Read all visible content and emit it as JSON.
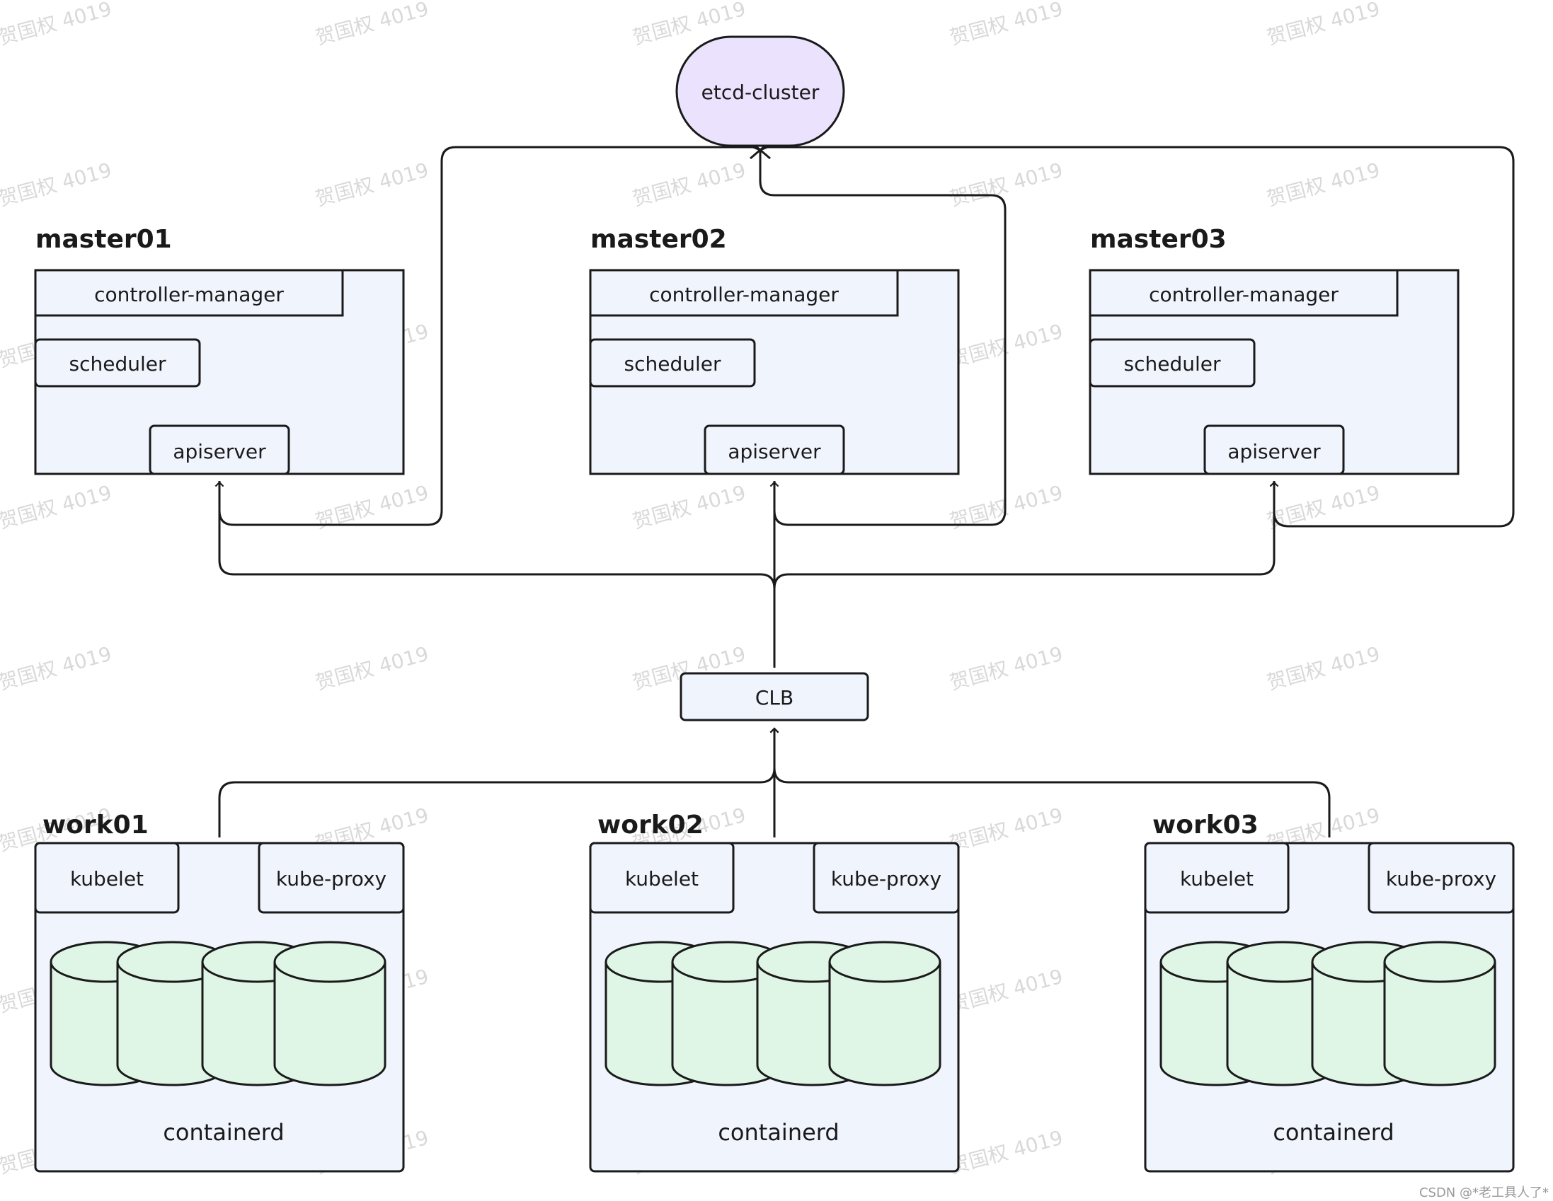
{
  "etcd": {
    "label": "etcd-cluster",
    "fill": "#ebe2fe"
  },
  "colors": {
    "panel_fill": "#f0f4fd",
    "disk_fill": "#dff5e6",
    "stroke": "#1a1a1a"
  },
  "masters": [
    {
      "name": "master01",
      "controller_manager": "controller-manager",
      "scheduler": "scheduler",
      "apiserver": "apiserver"
    },
    {
      "name": "master02",
      "controller_manager": "controller-manager",
      "scheduler": "scheduler",
      "apiserver": "apiserver"
    },
    {
      "name": "master03",
      "controller_manager": "controller-manager",
      "scheduler": "scheduler",
      "apiserver": "apiserver"
    }
  ],
  "clb": {
    "label": "CLB"
  },
  "workers": [
    {
      "name": "work01",
      "kubelet": "kubelet",
      "kube_proxy": "kube-proxy",
      "runtime": "containerd"
    },
    {
      "name": "work02",
      "kubelet": "kubelet",
      "kube_proxy": "kube-proxy",
      "runtime": "containerd"
    },
    {
      "name": "work03",
      "kubelet": "kubelet",
      "kube_proxy": "kube-proxy",
      "runtime": "containerd"
    }
  ],
  "watermark": "贺国权 4019",
  "credit": "CSDN @*老工具人了*"
}
